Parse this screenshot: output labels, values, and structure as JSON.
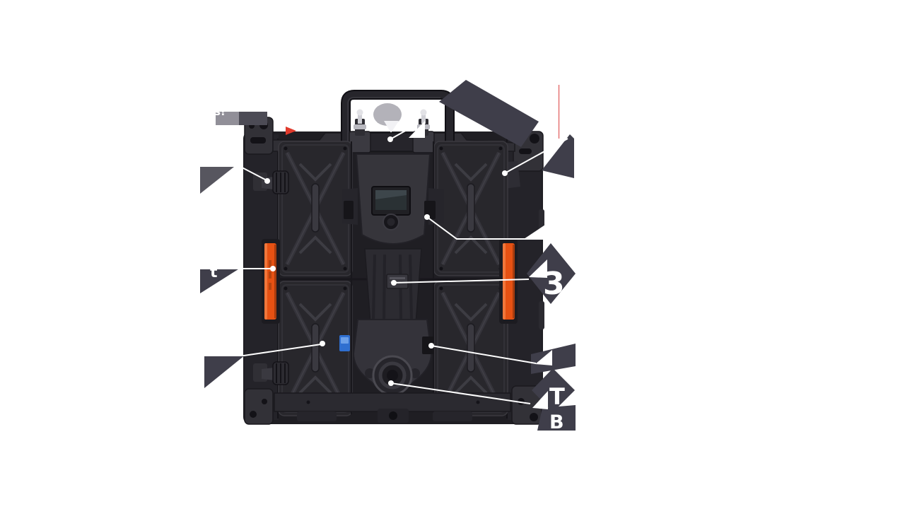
{
  "scene": {
    "type": "product-callout-diagram",
    "subject": "LED display cabinet rear view",
    "background": "#ffffff"
  },
  "visible_text": {
    "top_left_fragment": "s!",
    "left_handle_fragment": "t",
    "center_spine_badge": "3",
    "bottom_right_line1": "T",
    "bottom_right_line2": "B"
  },
  "colors": {
    "cabinet_body": "#232228",
    "panel": "#28272c",
    "orange_handle": "#e65113",
    "orange_highlight": "#f0763a",
    "red_marker": "#e03a2c",
    "red_guide_line": "#e57474",
    "blue_connector": "#2f6fd0",
    "callout_white": "#ffffff",
    "ribbon_dark": "#3f3e4a",
    "ribbon_grey": "#57565f",
    "ribbon_light_grey": "#918f98",
    "ribbon_mid_grey": "#4c4b55"
  },
  "callouts": [
    {
      "points_to": "top rim screw",
      "label_visible": ""
    },
    {
      "points_to": "left locking knob",
      "label_visible": ""
    },
    {
      "points_to": "left orange handle",
      "label_visible": "t"
    },
    {
      "points_to": "lower-left panel rib",
      "label_visible": ""
    },
    {
      "points_to": "top latch plate",
      "label_visible": ""
    },
    {
      "points_to": "top-right corner bracket",
      "label_visible": ""
    },
    {
      "points_to": "hub right connector",
      "label_visible": ""
    },
    {
      "points_to": "center spine plate",
      "label_visible": "3"
    },
    {
      "points_to": "lower-right connector",
      "label_visible": ""
    },
    {
      "points_to": "bottom vent hub",
      "label_visible": "T B"
    }
  ]
}
